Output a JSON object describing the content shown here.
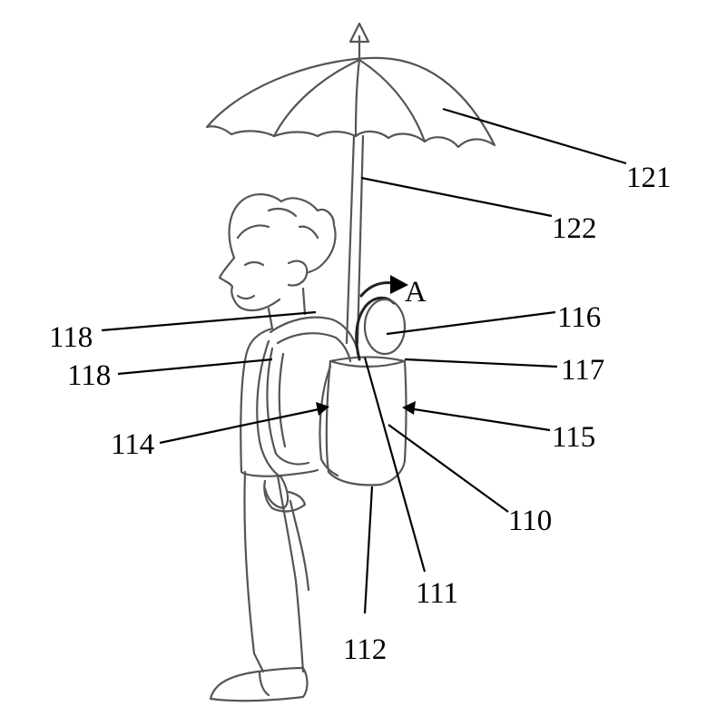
{
  "figure": {
    "labels": [
      {
        "id": "121",
        "text": "121"
      },
      {
        "id": "122",
        "text": "122"
      },
      {
        "id": "A",
        "text": "A"
      },
      {
        "id": "116",
        "text": "116"
      },
      {
        "id": "117",
        "text": "117"
      },
      {
        "id": "118a",
        "text": "118"
      },
      {
        "id": "118b",
        "text": "118"
      },
      {
        "id": "114",
        "text": "114"
      },
      {
        "id": "115",
        "text": "115"
      },
      {
        "id": "110",
        "text": "110"
      },
      {
        "id": "111",
        "text": "111"
      },
      {
        "id": "112",
        "text": "112"
      }
    ]
  }
}
